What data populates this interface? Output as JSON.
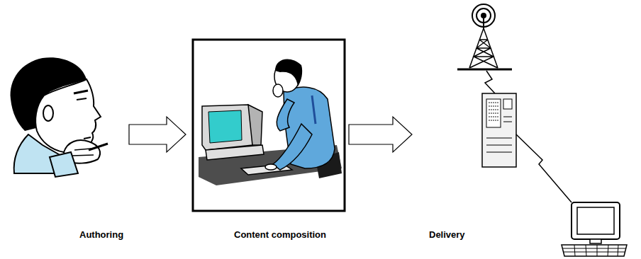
{
  "diagram": {
    "nodes": [
      {
        "text": [
          "Authoring"
        ]
      },
      {
        "text": [
          "Content composition"
        ]
      },
      {
        "text": [
          "Delivery"
        ]
      }
    ],
    "edges": [
      {
        "from": 0,
        "to": 1,
        "arrow": "to"
      },
      {
        "from": 1,
        "to": 2,
        "arrow": "to"
      }
    ]
  }
}
